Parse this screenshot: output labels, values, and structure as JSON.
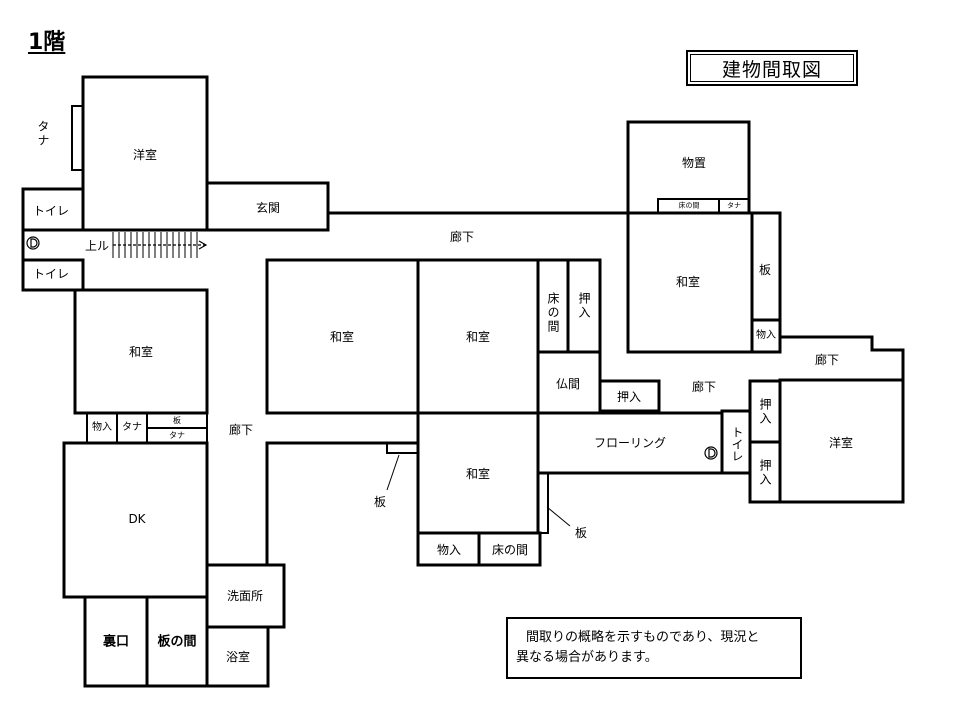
{
  "floor_label": "1階",
  "plan_title": "建物間取図",
  "rooms": {
    "western_nw": "洋室",
    "shelf_nw": "タナ",
    "toilet_upper": "トイレ",
    "toilet_lower": "トイレ",
    "stairs_up": "上ル",
    "entrance": "玄関",
    "corridor_north": "廊下",
    "japanese_west": "和室",
    "storage_west": "物入",
    "shelf_west": "タナ",
    "board_west": "板",
    "shelf_west_small": "タナ",
    "dk": "DK",
    "corridor_west": "廊下",
    "back_door": "裏口",
    "board_room": "板の間",
    "washroom": "洗面所",
    "bathroom": "浴室",
    "japanese_center_left": "和室",
    "japanese_center": "和室",
    "tokonoma_center": "床の間",
    "closet_center": "押入",
    "butsuma": "仏間",
    "closet_center_east": "押入",
    "corridor_center": "廊下",
    "japanese_south": "和室",
    "storage_south": "物入",
    "tokonoma_south": "床の間",
    "board_corridor": "板",
    "board_strip": "板",
    "flooring": "フローリング",
    "toilet_east": "トイレ",
    "storeroom": "物置",
    "tokonoma_storeroom": "床の間",
    "shelf_storeroom": "タナ",
    "japanese_east": "和室",
    "board_east": "板",
    "storage_east": "物入",
    "corridor_east": "廊下",
    "closet_east_upper": "押入",
    "closet_east_lower": "押入",
    "western_east": "洋室"
  },
  "note": {
    "line1": "間取りの概略を示すものであり、現況と",
    "line2": "異なる場合があります。"
  }
}
